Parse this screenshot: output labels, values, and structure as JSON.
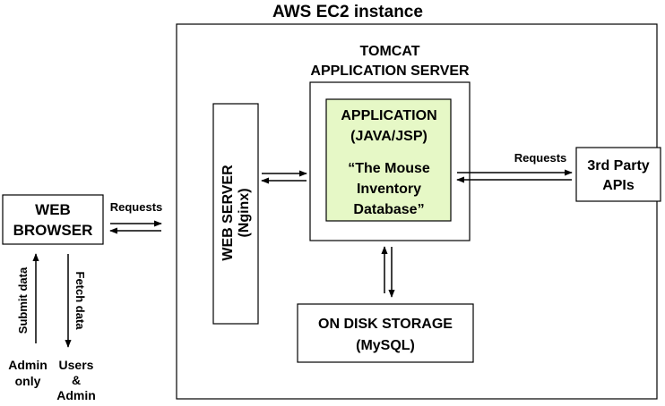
{
  "title": "AWS EC2 instance",
  "tomcat": {
    "line1": "TOMCAT",
    "line2": "APPLICATION SERVER"
  },
  "application": {
    "line1": "APPLICATION",
    "line2": "(JAVA/JSP)",
    "line3": "“The Mouse",
    "line4": "Inventory",
    "line5": "Database”"
  },
  "web_server": {
    "line1": "WEB SERVER",
    "line2": "(Nginx)"
  },
  "storage": {
    "line1": "ON DISK STORAGE",
    "line2": "(MySQL)"
  },
  "browser": {
    "line1": "WEB",
    "line2": "BROWSER"
  },
  "third_party": {
    "line1": "3rd Party",
    "line2": "APIs"
  },
  "edges": {
    "requests_browser": "Requests",
    "requests_api": "Requests",
    "submit_data": "Submit data",
    "fetch_data": "Fetch data"
  },
  "actors": {
    "admin_line1": "Admin",
    "admin_line2": "only",
    "users_line1": "Users",
    "users_line2": "&",
    "users_line3": "Admin"
  },
  "colors": {
    "application_fill": "#e6f8c6",
    "stroke": "#000000"
  }
}
